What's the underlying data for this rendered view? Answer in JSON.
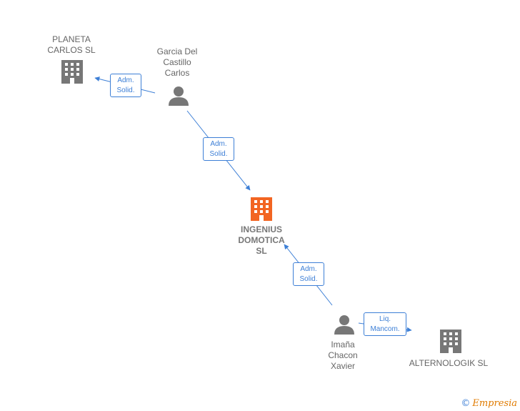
{
  "nodes": {
    "planeta": {
      "label": "PLANETA\nCARLOS  SL",
      "type": "company"
    },
    "garcia": {
      "label": "Garcia Del\nCastillo\nCarlos",
      "type": "person"
    },
    "ingenius": {
      "label": "INGENIUS\nDOMOTICA\nSL",
      "type": "company-main"
    },
    "imana": {
      "label": "Imaña\nChacon\nXavier",
      "type": "person"
    },
    "alternologik": {
      "label": "ALTERNOLOGIK SL",
      "type": "company"
    }
  },
  "edges": {
    "garcia_planeta": {
      "label": "Adm.\nSolid."
    },
    "garcia_ingenius": {
      "label": "Adm.\nSolid."
    },
    "imana_ingenius": {
      "label": "Adm.\nSolid."
    },
    "imana_alternologik": {
      "label": "Liq.\nMancom."
    }
  },
  "footer": {
    "copyright": "©",
    "brand": "Empresia"
  },
  "colors": {
    "edge": "#3d7fd6",
    "main_company": "#f26522",
    "company": "#777777",
    "person": "#777777"
  }
}
